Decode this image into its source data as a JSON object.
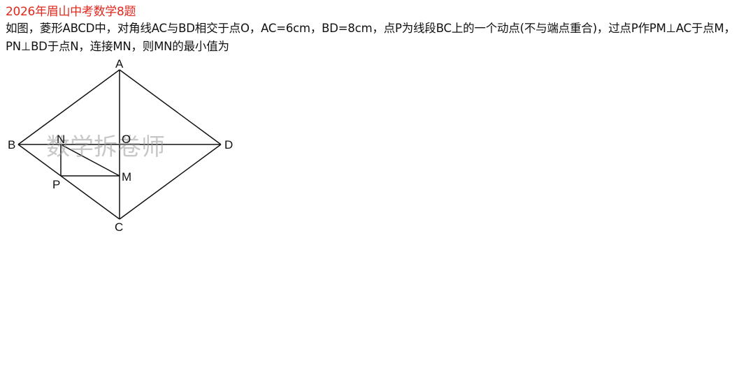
{
  "header": {
    "title": "2026年眉山中考数学8题"
  },
  "problem": {
    "text": "如图，菱形ABCD中，对角线AC与BD相交于点O，AC=6cm，BD=8cm，点P为线段BC上的一个动点(不与端点重合)，过点P作PM⊥AC于点M，PN⊥BD于点N，连接MN，则MN的最小值为"
  },
  "figure": {
    "points": {
      "A": "A",
      "B": "B",
      "C": "C",
      "D": "D",
      "O": "O",
      "M": "M",
      "N": "N",
      "P": "P"
    },
    "watermark": "数学拆卷师",
    "line_color": "#111111"
  }
}
